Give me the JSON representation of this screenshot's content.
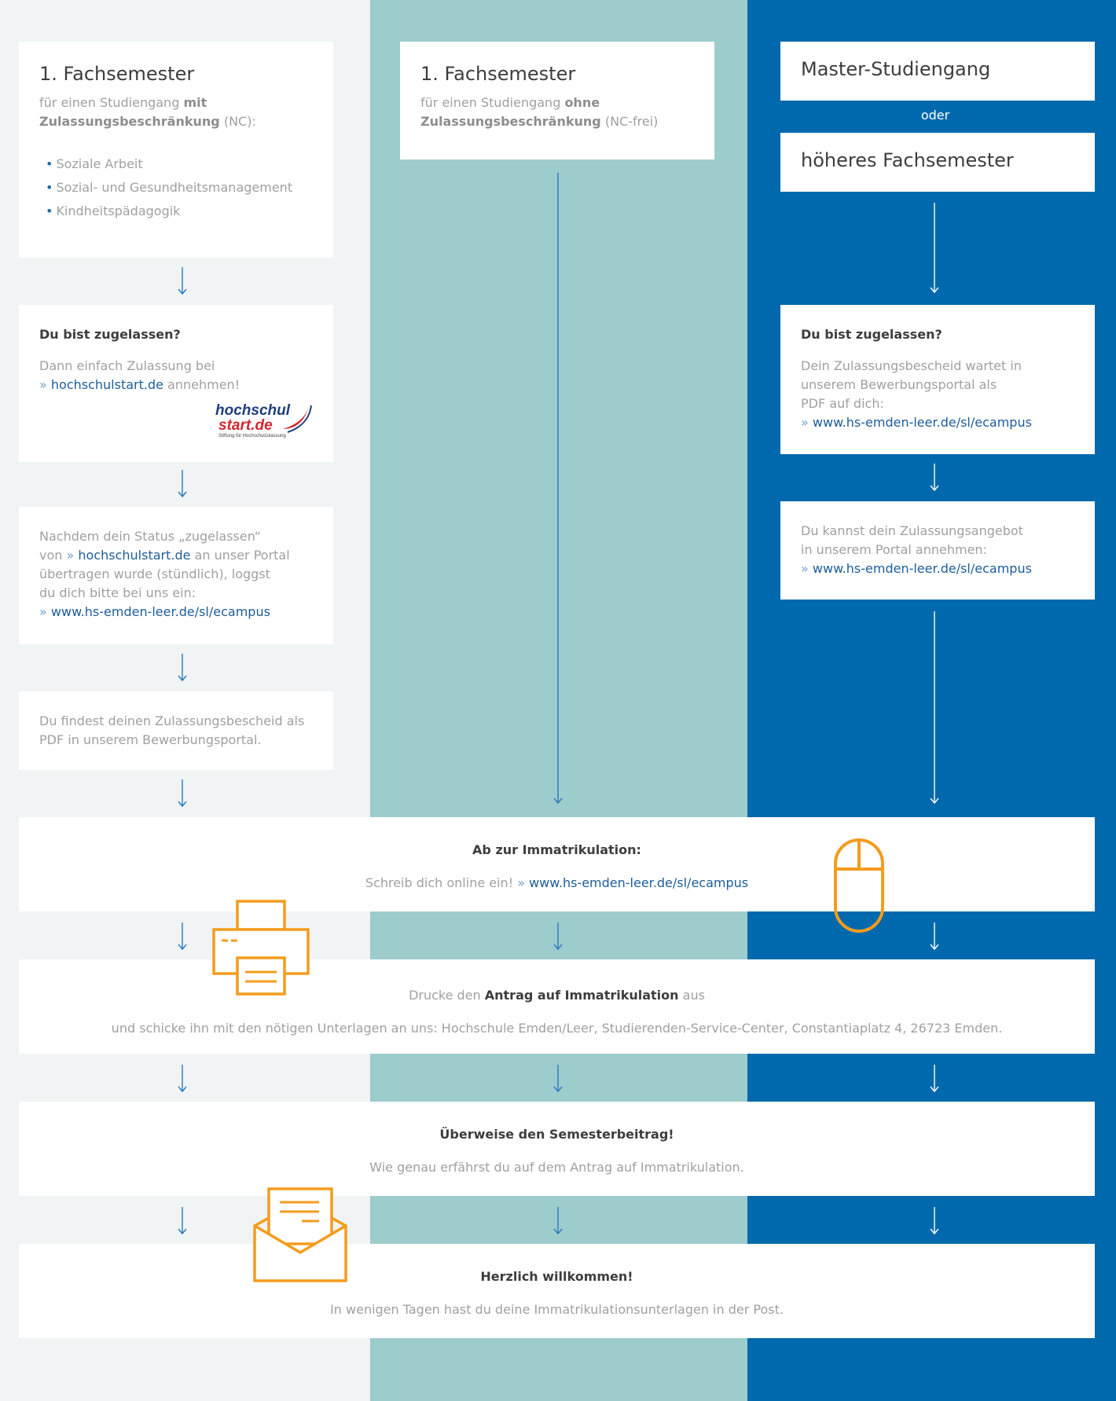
{
  "columns": {
    "left": {
      "heading": {
        "title": "1. Fachsemester",
        "text_pre": "für einen Studiengang ",
        "text_bold": "mit Zulassungsbeschränkung",
        "text_post": " (NC):",
        "items": [
          "Soziale Arbeit",
          "Sozial- und Gesundheitsmanagement",
          "Kindheitspädagogik"
        ]
      },
      "admitted": {
        "question": "Du bist zugelassen?",
        "text": "Dann einfach Zulassung bei",
        "link": "hochschulstart.de",
        "text_post": " annehmen!",
        "logo_line1": "hochschul",
        "logo_line2": "start.de",
        "logo_tagline": "Stiftung für Hochschulzulassung"
      },
      "status": {
        "text_1": "Nachdem dein Status „zugelassen“",
        "text_2_pre": "von ",
        "link_1": "hochschulstart.de",
        "text_2_post": " an unser Portal",
        "text_3": "übertragen wurde (stündlich), loggst",
        "text_4": "du dich bitte bei uns ein:",
        "link_2": "www.hs-emden-leer.de/sl/ecampus"
      },
      "bescheid": {
        "text_1": "Du findest deinen Zulassungsbescheid als",
        "text_2": "PDF in unserem Bewerbungsportal."
      }
    },
    "middle": {
      "heading": {
        "title": "1. Fachsemester",
        "text_pre": "für einen Studiengang ",
        "text_bold": "ohne Zulassungsbeschränkung",
        "text_post": " (NC-frei)"
      }
    },
    "right": {
      "master": {
        "title": "Master-Studiengang"
      },
      "or_label": "oder",
      "higher": {
        "title": "höheres Fachsemester"
      },
      "admitted": {
        "question": "Du bist zugelassen?",
        "text_1": "Dein Zulassungsbescheid wartet in",
        "text_2": "unserem Bewerbungsportal als",
        "text_3": "PDF auf dich:",
        "link": "www.hs-emden-leer.de/sl/ecampus"
      },
      "accept": {
        "text_1": "Du kannst dein Zulassungsangebot",
        "text_2": "in unserem Portal annehmen:",
        "link": "www.hs-emden-leer.de/sl/ecampus"
      }
    }
  },
  "steps": {
    "immatrikulation": {
      "title": "Ab zur Immatrikulation:",
      "text": "Schreib dich online ein! ",
      "link": "www.hs-emden-leer.de/sl/ecampus"
    },
    "antrag": {
      "text_pre": "Drucke den ",
      "text_bold": "Antrag auf Immatrikulation",
      "text_post": " aus",
      "text_2": "und schicke ihn mit den nötigen Unterlagen an uns: Hochschule Emden/Leer, Studierenden-Service-Center, Constantiaplatz 4, 26723 Emden."
    },
    "beitrag": {
      "title": "Überweise den Semesterbeitrag!",
      "text": "Wie genau erfährst du auf dem Antrag auf Immatrikulation."
    },
    "willkommen": {
      "title": "Herzlich willkommen!",
      "text": "In wenigen Tagen hast du deine Immatrikulationsunterlagen in der Post."
    }
  },
  "link_marker": "»",
  "bullet": "•",
  "colors": {
    "left_column": "#f0f4f4",
    "middle_column": "#9dcccd",
    "right_column": "#0069ad",
    "link": "#1d5d99",
    "icon_orange": "#f39c1d"
  },
  "icons": [
    "mouse-icon",
    "printer-icon",
    "envelope-icon",
    "arrow-down-icon"
  ]
}
